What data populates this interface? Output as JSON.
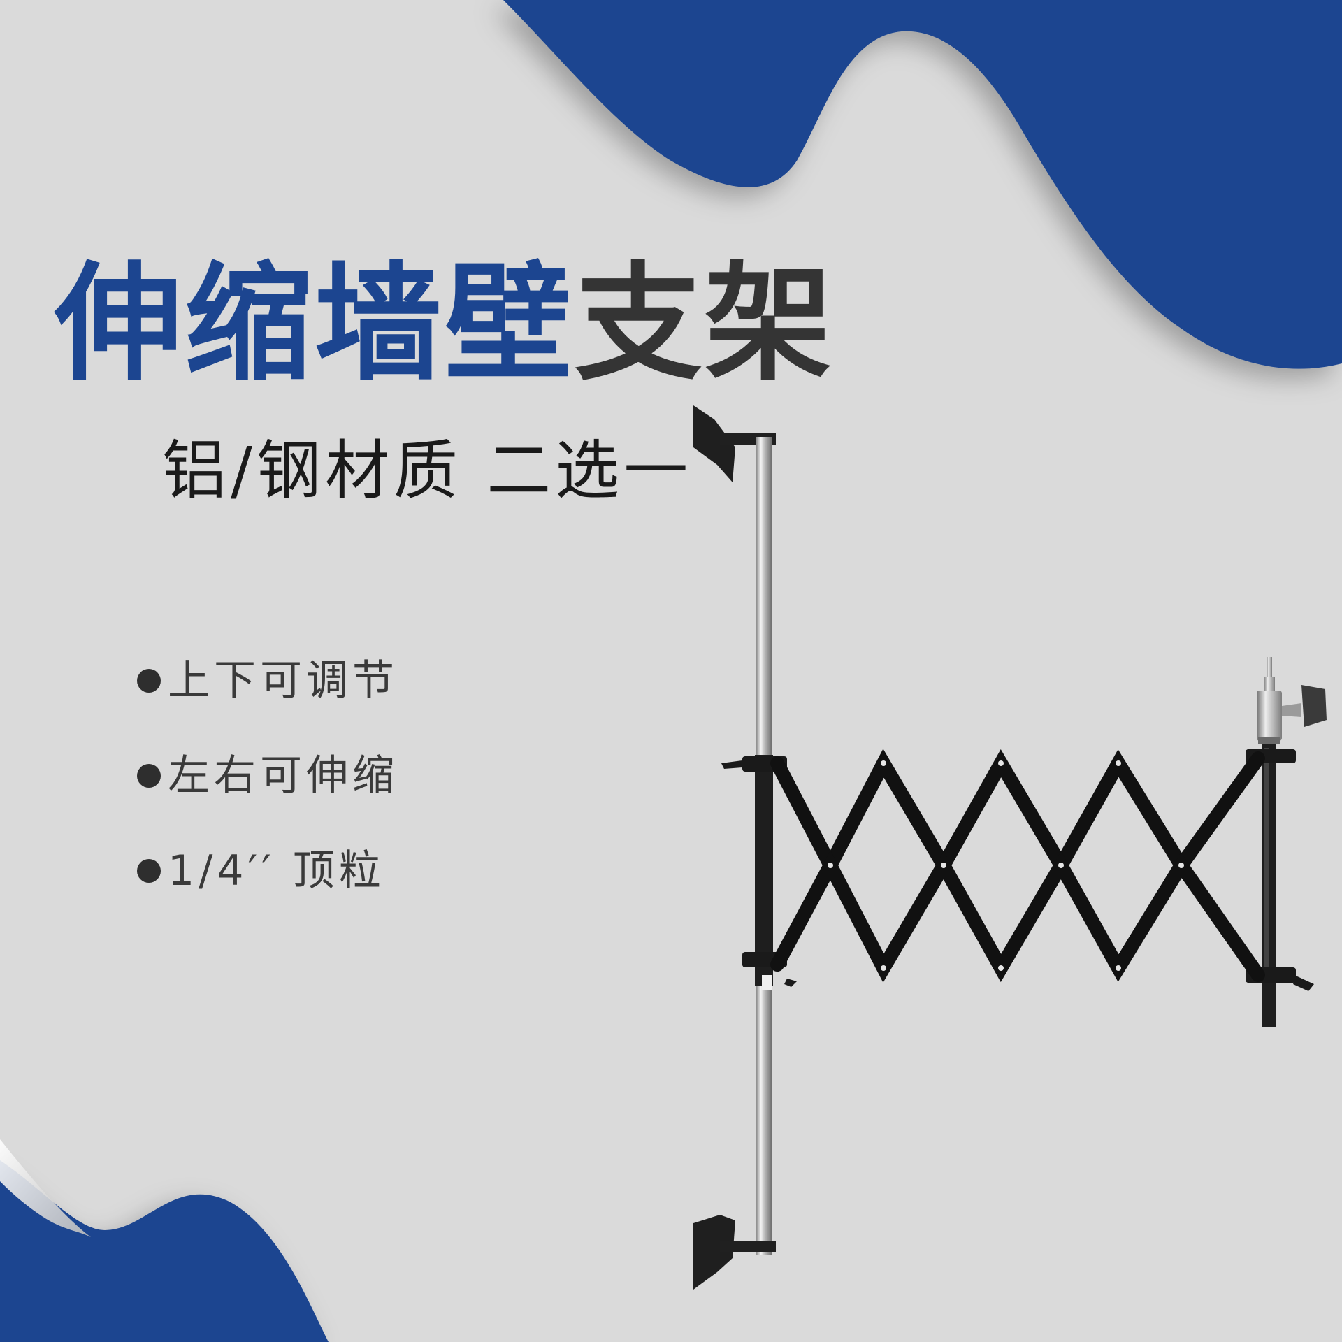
{
  "title": {
    "blue_part": "伸缩墙壁",
    "dark_part": "支架"
  },
  "subtitle": "铝/钢材质 二选一",
  "features": [
    "上下可调节",
    "左右可伸缩",
    "1/4′′ 顶粒"
  ],
  "colors": {
    "background": "#dadada",
    "accent_blue": "#1c4590",
    "title_dark": "#343434",
    "text": "#3a3a3a"
  },
  "icons": {
    "bullet": "filled-circle"
  }
}
